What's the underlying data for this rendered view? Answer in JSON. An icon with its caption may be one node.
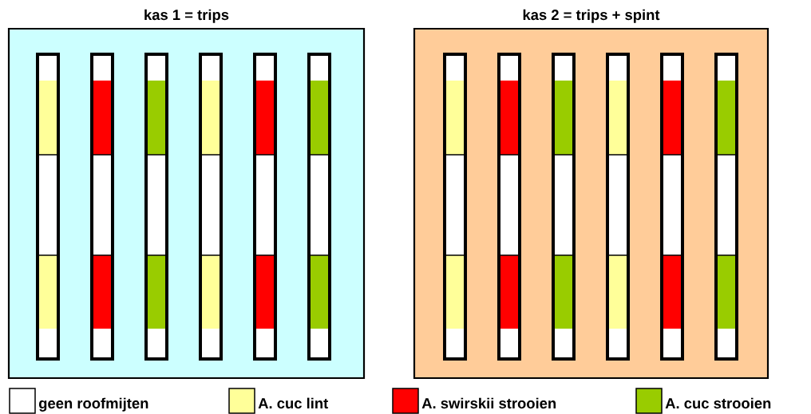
{
  "diagram": {
    "nodes": [
      {
        "text": [
          "kas 1 = trips"
        ]
      },
      {
        "text": [
          "kas 2 = trips + spint"
        ]
      }
    ],
    "legend": [
      {
        "text": "geen roofmijten"
      },
      {
        "text": "A. cuc lint",
        "color": "#ffff99"
      },
      {
        "text": "A. swirskii strooien",
        "color": "#ff0000"
      },
      {
        "text": "A. cuc strooien",
        "color": "#99cc00"
      }
    ]
  }
}
